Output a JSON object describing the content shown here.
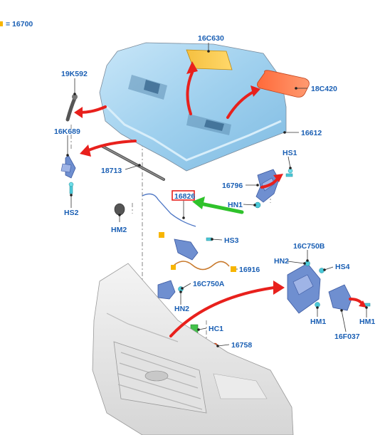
{
  "legend": {
    "text": "= 16700",
    "swatch_color": "#f7b500"
  },
  "colors": {
    "label": "#1a5fb4",
    "arrow_red": "#e8201c",
    "arrow_green": "#2fc22b",
    "hood": "#a7d4ef",
    "highlight": "#e8201c"
  },
  "callouts": {
    "c16C630": "16C630",
    "c19K592": "19K592",
    "c18C420": "18C420",
    "c16K689": "16K689",
    "c16612": "16612",
    "cHS1": "HS1",
    "c18713": "18713",
    "c16796": "16796",
    "c16826": "16826",
    "cHN1": "HN1",
    "cHS2": "HS2",
    "cHM2": "HM2",
    "cHS3": "HS3",
    "c16C750B": "16C750B",
    "cHN2a": "HN2",
    "cHS4": "HS4",
    "c16916": "16916",
    "c16C750A": "16C750A",
    "cHN2b": "HN2",
    "cHM1a": "HM1",
    "cHM1b": "HM1",
    "c16F037": "16F037",
    "cHC1": "HC1",
    "c16758": "16758"
  }
}
